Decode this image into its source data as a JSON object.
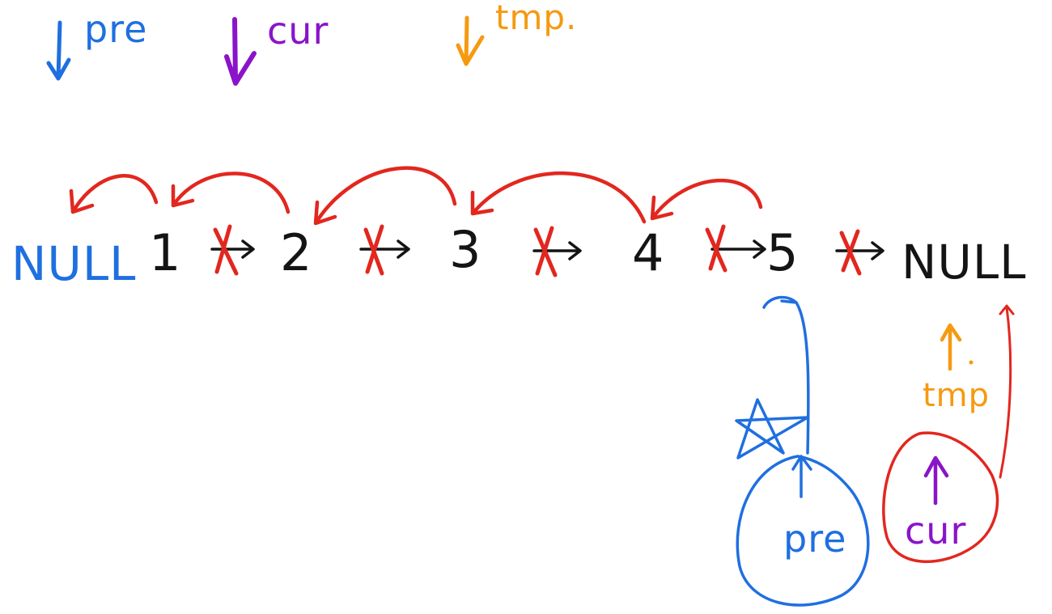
{
  "colors": {
    "blue": "#1f6fe0",
    "purple": "#8a14c9",
    "orange": "#f59a10",
    "red": "#e2271f",
    "black": "#141414"
  },
  "top_labels": {
    "pre": "pre",
    "cur": "cur",
    "tmp": "tmp."
  },
  "list": {
    "head_null": "NULL",
    "nodes": [
      "1",
      "2",
      "3",
      "4",
      "5"
    ],
    "tail_null": "NULL"
  },
  "bottom_labels": {
    "pre": "pre",
    "cur": "cur",
    "tmp": "tmp"
  }
}
